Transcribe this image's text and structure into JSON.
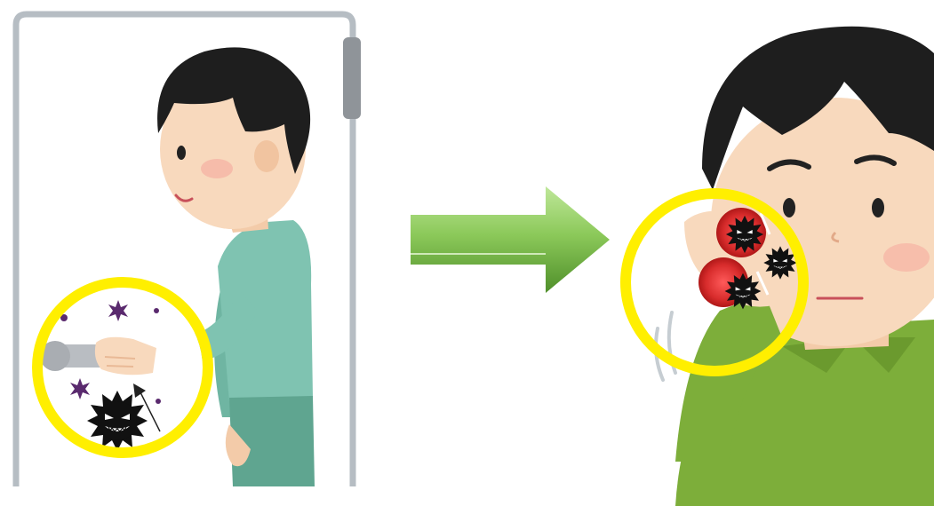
{
  "scene": {
    "left_panel": {
      "subject": "person-opening-door",
      "highlight": "door-handle-germs",
      "colors": {
        "door_frame": "#b6bdc3",
        "door_closer": "#8f9499",
        "skin": "#f8d9bd",
        "hair": "#1e1e1e",
        "shirt": "#7fc3b1",
        "pants": "#5fa590",
        "handle": "#b9bdc2",
        "highlight_ring": "#ffef00",
        "spores": "#5a2a6e",
        "germ": "#111111"
      }
    },
    "arrow": {
      "icon": "right-arrow-icon",
      "colors": {
        "light": "#9ed86b",
        "dark": "#5f9f35"
      }
    },
    "right_panel": {
      "subject": "person-touching-face",
      "highlight": "germs-on-cheek",
      "colors": {
        "skin": "#f8d9bd",
        "hair": "#1e1e1e",
        "shirt": "#7dae3a",
        "shirt_dark": "#6b9a2e",
        "highlight_ring": "#ffef00",
        "germ": "#111111",
        "germ_glow": "#d82c2c"
      }
    }
  }
}
